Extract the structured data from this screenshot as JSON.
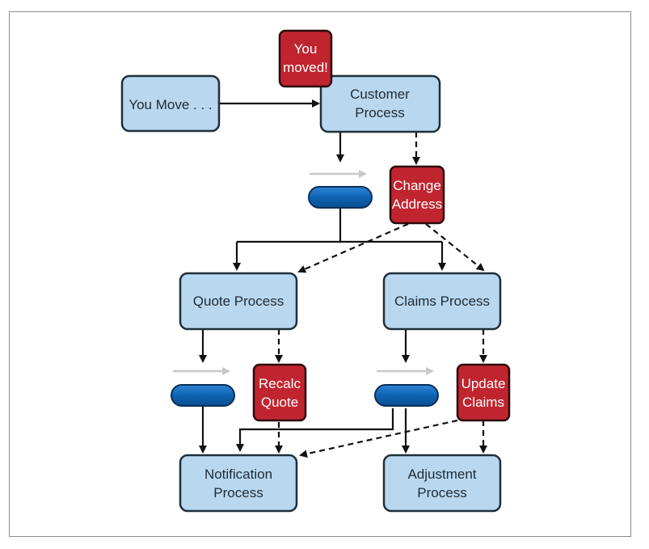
{
  "processes": {
    "you_move": "You Move . . .",
    "customer": [
      "Customer",
      "Process"
    ],
    "quote": "Quote Process",
    "claims": "Claims Process",
    "notification": [
      "Notification",
      "Process"
    ],
    "adjustment": [
      "Adjustment",
      "Process"
    ]
  },
  "events": {
    "you_moved": [
      "You",
      "moved!"
    ],
    "change_address": [
      "Change",
      "Address"
    ],
    "recalc_quote": [
      "Recalc",
      "Quote"
    ],
    "update_claims": [
      "Update",
      "Claims"
    ]
  },
  "colors": {
    "process_fill": "#b9d8ef",
    "event_fill": "#c0252f",
    "queue_fill": "#0e63b3",
    "flow_grey": "#c8c8c8"
  }
}
